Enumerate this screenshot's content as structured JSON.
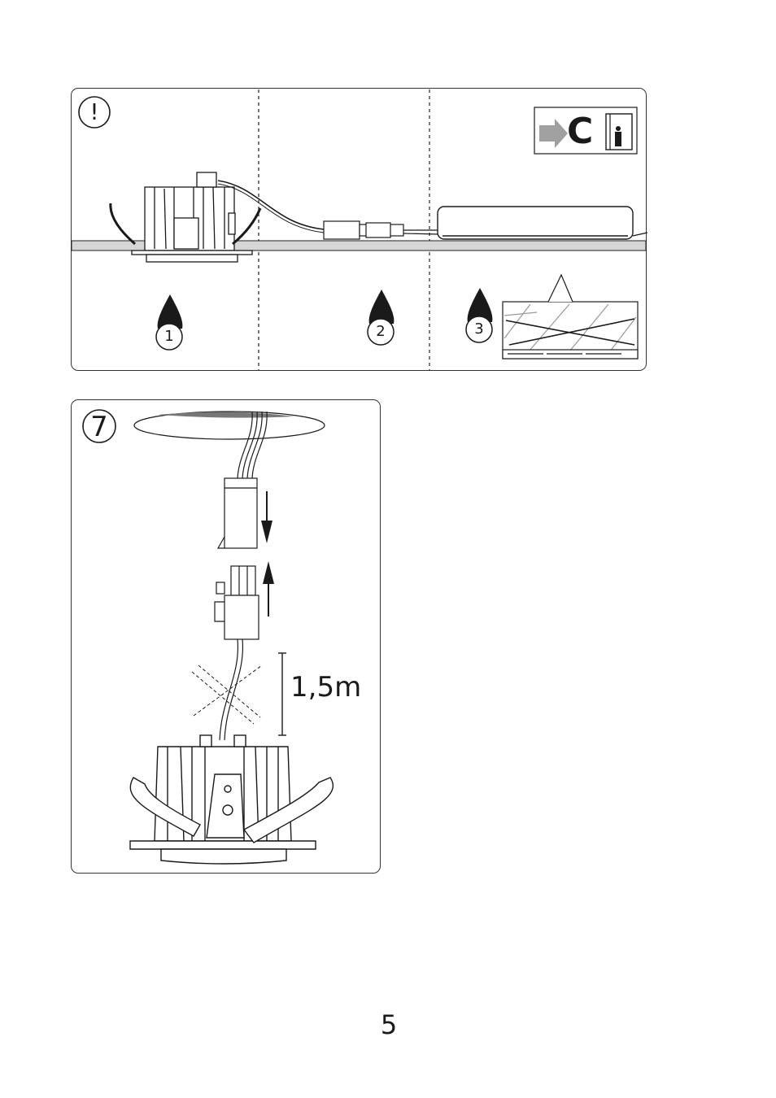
{
  "warning": {
    "mark": "!",
    "icon": "warning-circle-icon"
  },
  "reference": {
    "letter": "C",
    "icon": "manual-book-icon",
    "arrow_icon": "arrow-right-icon"
  },
  "steps": [
    {
      "number": "1"
    },
    {
      "number": "2"
    },
    {
      "number": "3"
    }
  ],
  "panel7": {
    "number": "7",
    "cable_length": "1,5m"
  },
  "page": {
    "number": "5"
  },
  "colors": {
    "line": "#1a1a1a",
    "gray": "#9a9a9a",
    "light_gray": "#d9d9d9"
  }
}
